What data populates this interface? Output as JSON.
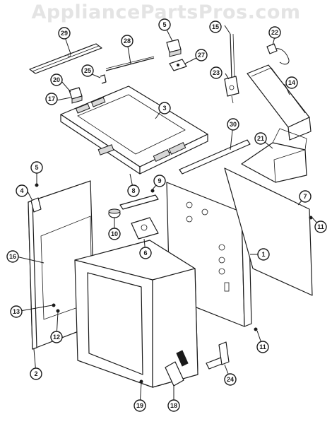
{
  "watermark": "AppliancePartsPros.com",
  "callouts": [
    "29",
    "5",
    "28",
    "27",
    "15",
    "22",
    "23",
    "20",
    "25",
    "17",
    "14",
    "3",
    "30",
    "21",
    "5",
    "4",
    "9",
    "8",
    "7",
    "16",
    "10",
    "6",
    "11",
    "1",
    "13",
    "12",
    "11",
    "2",
    "24",
    "19",
    "18"
  ]
}
